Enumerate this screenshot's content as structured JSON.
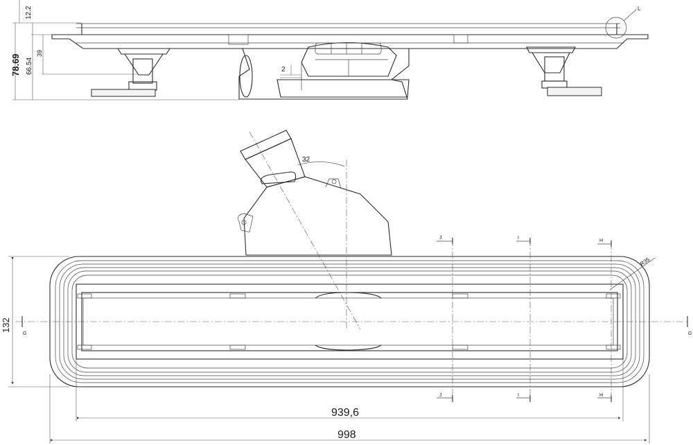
{
  "side_view": {
    "dim_height_total": "78.69",
    "dim_height_body": "66.54",
    "dim_inner": "39",
    "dim_top": "12.2",
    "dim_gap": "2",
    "detail_label": "L"
  },
  "plan_view": {
    "dim_total_length": "998",
    "dim_inner_length": "939,6",
    "dim_width": "132",
    "dim_angle": "32",
    "dim_radius": "R35",
    "section_g": "G",
    "section_h": "H",
    "section_i": "I",
    "section_j": "J"
  }
}
